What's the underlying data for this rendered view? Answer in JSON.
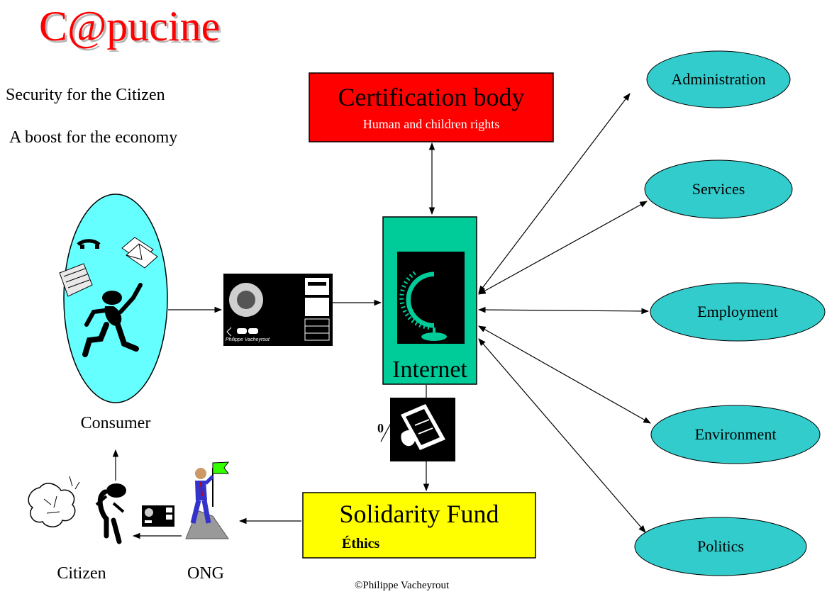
{
  "title": "C@pucine",
  "taglines": [
    "Security for the Citizen",
    "A boost for the economy"
  ],
  "certification": {
    "title": "Certification body",
    "subtitle": "Human and children rights"
  },
  "internet": {
    "label": "Internet"
  },
  "solidarity": {
    "title": "Solidarity Fund",
    "subtitle": "Éthics"
  },
  "money_label": "0",
  "consumer": {
    "label": "Consumer"
  },
  "card_caption": "Philippe Vacheyrout",
  "citizen": {
    "label": "Citizen"
  },
  "ong": {
    "label": "ONG"
  },
  "targets": [
    "Administration",
    "Services",
    "Employment",
    "Environment",
    "Politics"
  ],
  "copyright": "©Philippe Vacheyrout",
  "colors": {
    "title": "#ff0000",
    "certification": "#ff0000",
    "internet": "#00cc99",
    "solidarity": "#ffff00",
    "targets": "#33cccc",
    "consumer": "#66ffff"
  }
}
